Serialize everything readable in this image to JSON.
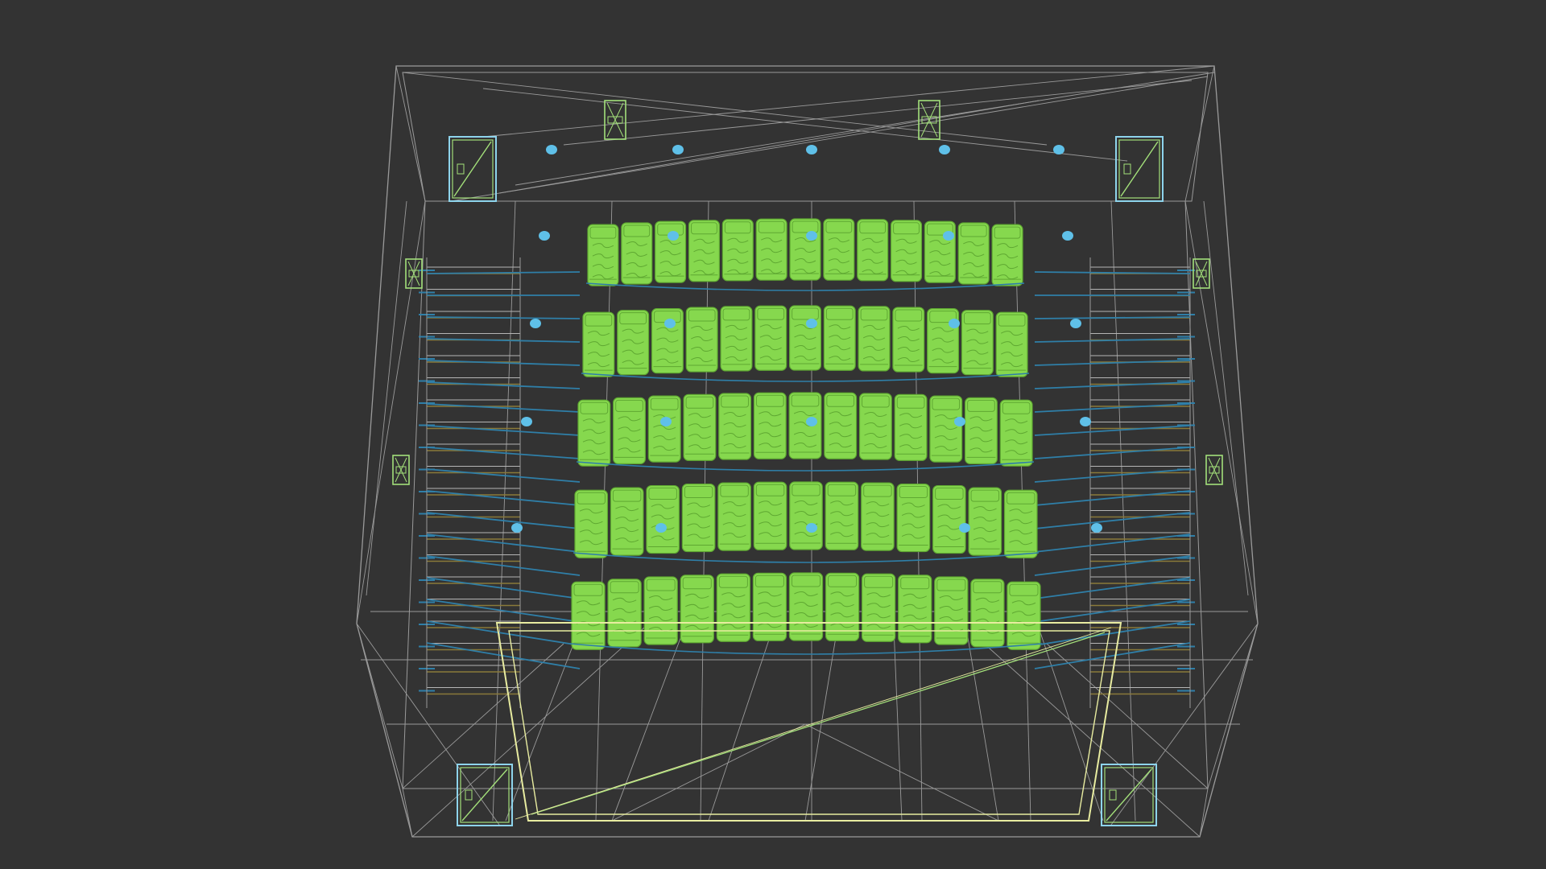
{
  "viewport": {
    "background": "#333333",
    "projection": "top"
  },
  "colors": {
    "wire_gray": "#9a9a9a",
    "wire_gray_light": "#b5b5b5",
    "seat_green": "#86d84e",
    "seat_line": "#5fa832",
    "aisle_blue": "#2f7fa8",
    "step_olive": "#8a7a3a",
    "light_blue": "#5fc0e8",
    "screen_yellow": "#e8eca0",
    "speaker_blue": "#8ed4ec",
    "small_speaker_green": "#a3e07a"
  },
  "scene": {
    "seat_rows": [
      {
        "row": 1,
        "seats": 13
      },
      {
        "row": 2,
        "seats": 13
      },
      {
        "row": 3,
        "seats": 13
      },
      {
        "row": 4,
        "seats": 13
      },
      {
        "row": 5,
        "seats": 13
      }
    ],
    "ceiling_light_rows": [
      5,
      5,
      5,
      5,
      5
    ],
    "side_step_count": 20,
    "speakers": {
      "large": 4,
      "small": 6
    }
  }
}
